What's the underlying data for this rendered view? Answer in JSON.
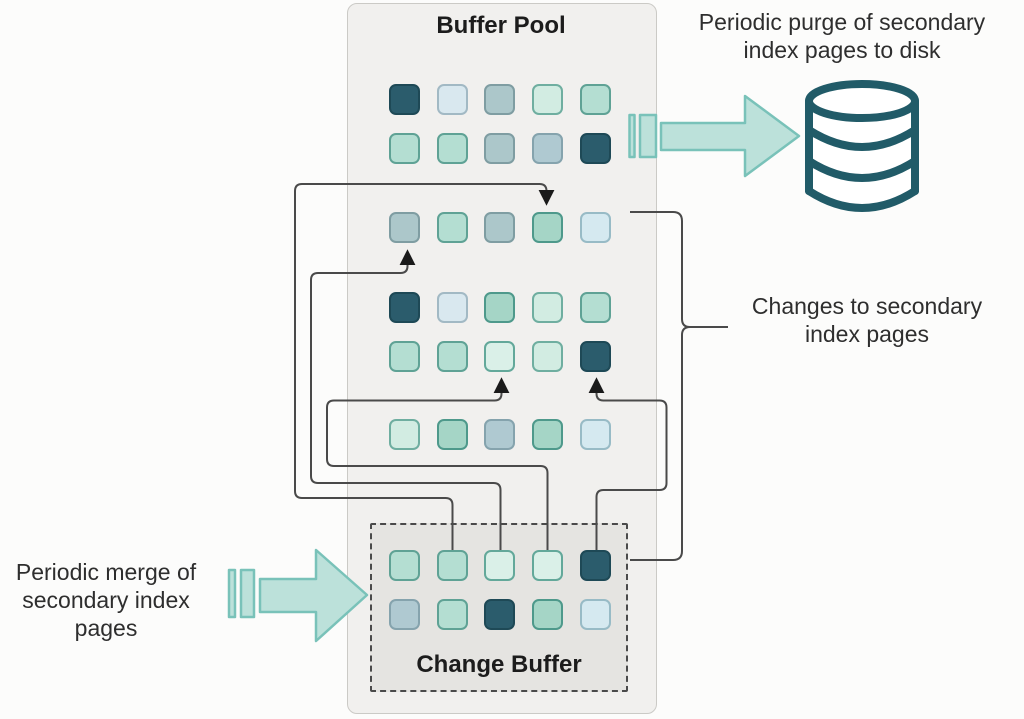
{
  "buffer_pool": {
    "title": "Buffer Pool",
    "rows": [
      [
        "dark",
        "paleblue",
        "grayteal",
        "mint",
        "teal"
      ],
      [
        "teal",
        "teal",
        "grayteal",
        "bluegray",
        "dark"
      ],
      [
        "grayteal",
        "teal",
        "grayteal",
        "teal2",
        "paleblue2"
      ],
      [
        "dark",
        "paleblue",
        "teal2",
        "mint",
        "teal"
      ],
      [
        "teal",
        "teal",
        "palemint",
        "mint",
        "dark"
      ],
      [
        "mint",
        "teal2",
        "bluegray",
        "teal2",
        "paleblue2"
      ]
    ]
  },
  "change_buffer": {
    "title": "Change Buffer",
    "rows": [
      [
        "teal",
        "teal",
        "palemint",
        "palemint",
        "dark"
      ],
      [
        "bluegray",
        "teal",
        "dark",
        "teal2",
        "paleblue2"
      ]
    ]
  },
  "labels": {
    "purge": {
      "line1": "Periodic purge of secondary",
      "line2": "index pages to disk"
    },
    "changes": {
      "line1": "Changes to secondary",
      "line2": "index pages"
    },
    "merge": {
      "line1": "Periodic merge of",
      "line2": "secondary index",
      "line3": "pages"
    }
  },
  "icons": {
    "database": "database-cylinder-icon",
    "purge_arrow": "thick-right-arrow-icon",
    "merge_arrow": "thick-right-arrow-icon"
  },
  "colors": {
    "canvas_bg": "#FCFCFB",
    "pool_bg": "#F1F0EE",
    "pool_border": "#CBCAC6",
    "cb_bg": "#E5E4E1",
    "cb_border": "#4A4A4A",
    "connector": "#4A4A4A",
    "arrowhead": "#1A1A1A",
    "arrow_fill": "#BCE1DA",
    "arrow_stroke": "#79C2B9",
    "db_stroke": "#215B68",
    "text": "#2E2E2E",
    "title": "#1C1C1C",
    "palette": {
      "dark": {
        "fill": "#2B5C6C",
        "border": "#1E4956"
      },
      "teal": {
        "fill": "#B4DED2",
        "border": "#5FA295"
      },
      "teal2": {
        "fill": "#A5D5C6",
        "border": "#4E998B"
      },
      "mint": {
        "fill": "#D2ECE2",
        "border": "#6FAEA0"
      },
      "palemint": {
        "fill": "#DAF0E8",
        "border": "#63A89A"
      },
      "grayteal": {
        "fill": "#ACC7CA",
        "border": "#7F9DA2"
      },
      "bluegray": {
        "fill": "#AFC9D1",
        "border": "#85A3AD"
      },
      "paleblue": {
        "fill": "#D9E8EF",
        "border": "#A2B9C4"
      },
      "paleblue2": {
        "fill": "#D5E9F0",
        "border": "#98BBC6"
      }
    }
  }
}
